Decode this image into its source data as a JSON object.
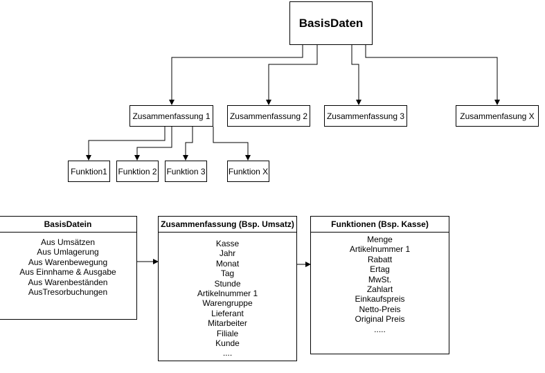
{
  "tree": {
    "root": "BasisDaten",
    "summaries": [
      "Zusammenfassung 1",
      "Zusammenfassung 2",
      "Zusammenfassung 3",
      "Zusammenfasung X"
    ],
    "functions": [
      "Funktion1",
      "Funktion 2",
      "Funktion 3",
      "Funktion X"
    ]
  },
  "panels": {
    "basis": {
      "title": "BasisDatein",
      "items": [
        "Aus Umsätzen",
        "Aus Umlagerung",
        "Aus Warenbewegung",
        "Aus Einnhame & Ausgabe",
        "Aus Warenbeständen",
        "AusTresorbuchungen"
      ]
    },
    "summary": {
      "title": "Zusammenfassung (Bsp. Umsatz)",
      "items": [
        "Kasse",
        "Jahr",
        "Monat",
        "Tag",
        "Stunde",
        "Artikelnummer 1",
        "Warengruppe",
        "Lieferant",
        "Mitarbeiter",
        "Filiale",
        "Kunde",
        "...."
      ]
    },
    "functions": {
      "title": "Funktionen (Bsp. Kasse)",
      "items": [
        "Menge",
        "Artikelnummer 1",
        "Rabatt",
        "Ertag",
        "MwSt.",
        "Zahlart",
        "Einkaufspreis",
        "Netto-Preis",
        "Original Preis",
        "....."
      ]
    }
  }
}
